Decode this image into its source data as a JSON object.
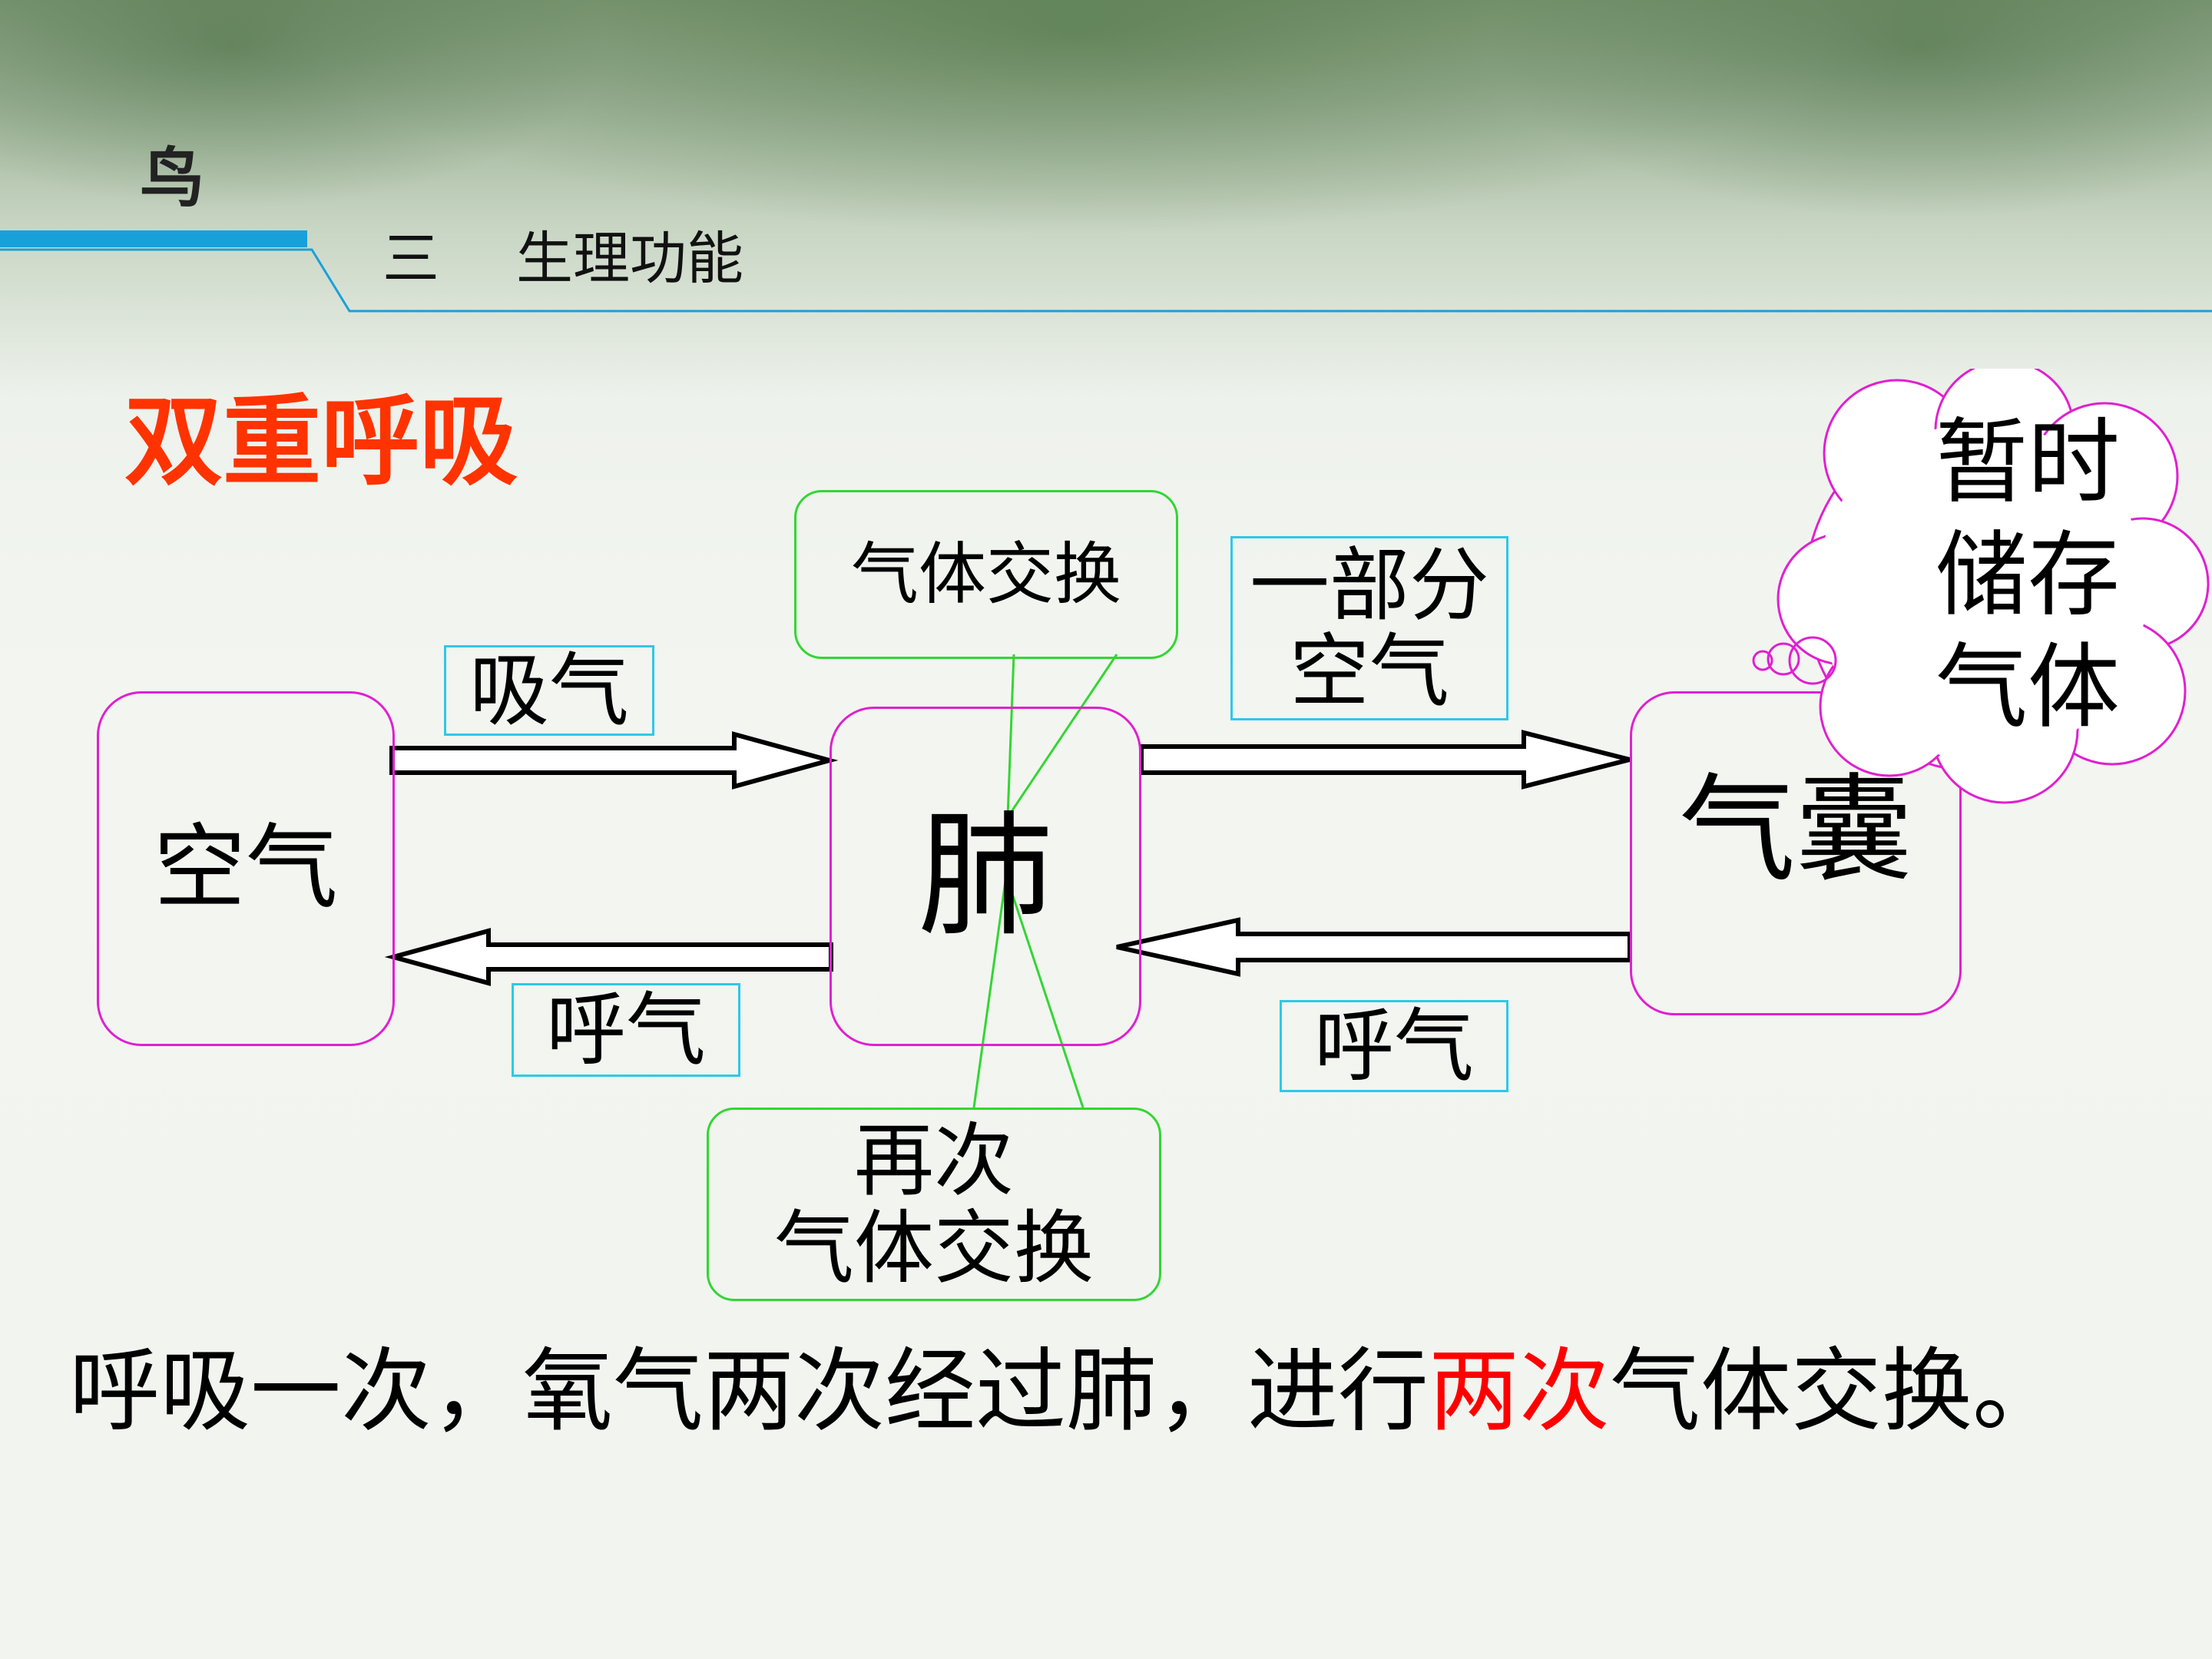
{
  "header": {
    "subject": "鸟",
    "section_number": "三",
    "section_title": "生理功能"
  },
  "slide_title": "双重呼吸",
  "diagram": {
    "nodes": {
      "air": "空气",
      "lung": "肺",
      "air_sac": "气囊"
    },
    "labels": {
      "inhale": "吸气",
      "exhale_left": "呼气",
      "exhale_right": "呼气",
      "part_of_air": [
        "一部分",
        "空气"
      ],
      "gas_exchange_top": "气体交换",
      "gas_exchange_again": [
        "再次",
        "气体交换"
      ],
      "temporary_storage": [
        "暂时",
        "储存",
        "气体"
      ]
    }
  },
  "summary": {
    "before": "呼吸一次，氧气两次经过肺，进行",
    "highlight": "两次",
    "after": "气体交换。"
  },
  "colors": {
    "title": "#ff3300",
    "highlight": "#ff0000",
    "pink_border": "#e020d0",
    "green_border": "#33d633",
    "cyan_border": "#2ec8e8",
    "header_bar": "#1aa0d8"
  }
}
